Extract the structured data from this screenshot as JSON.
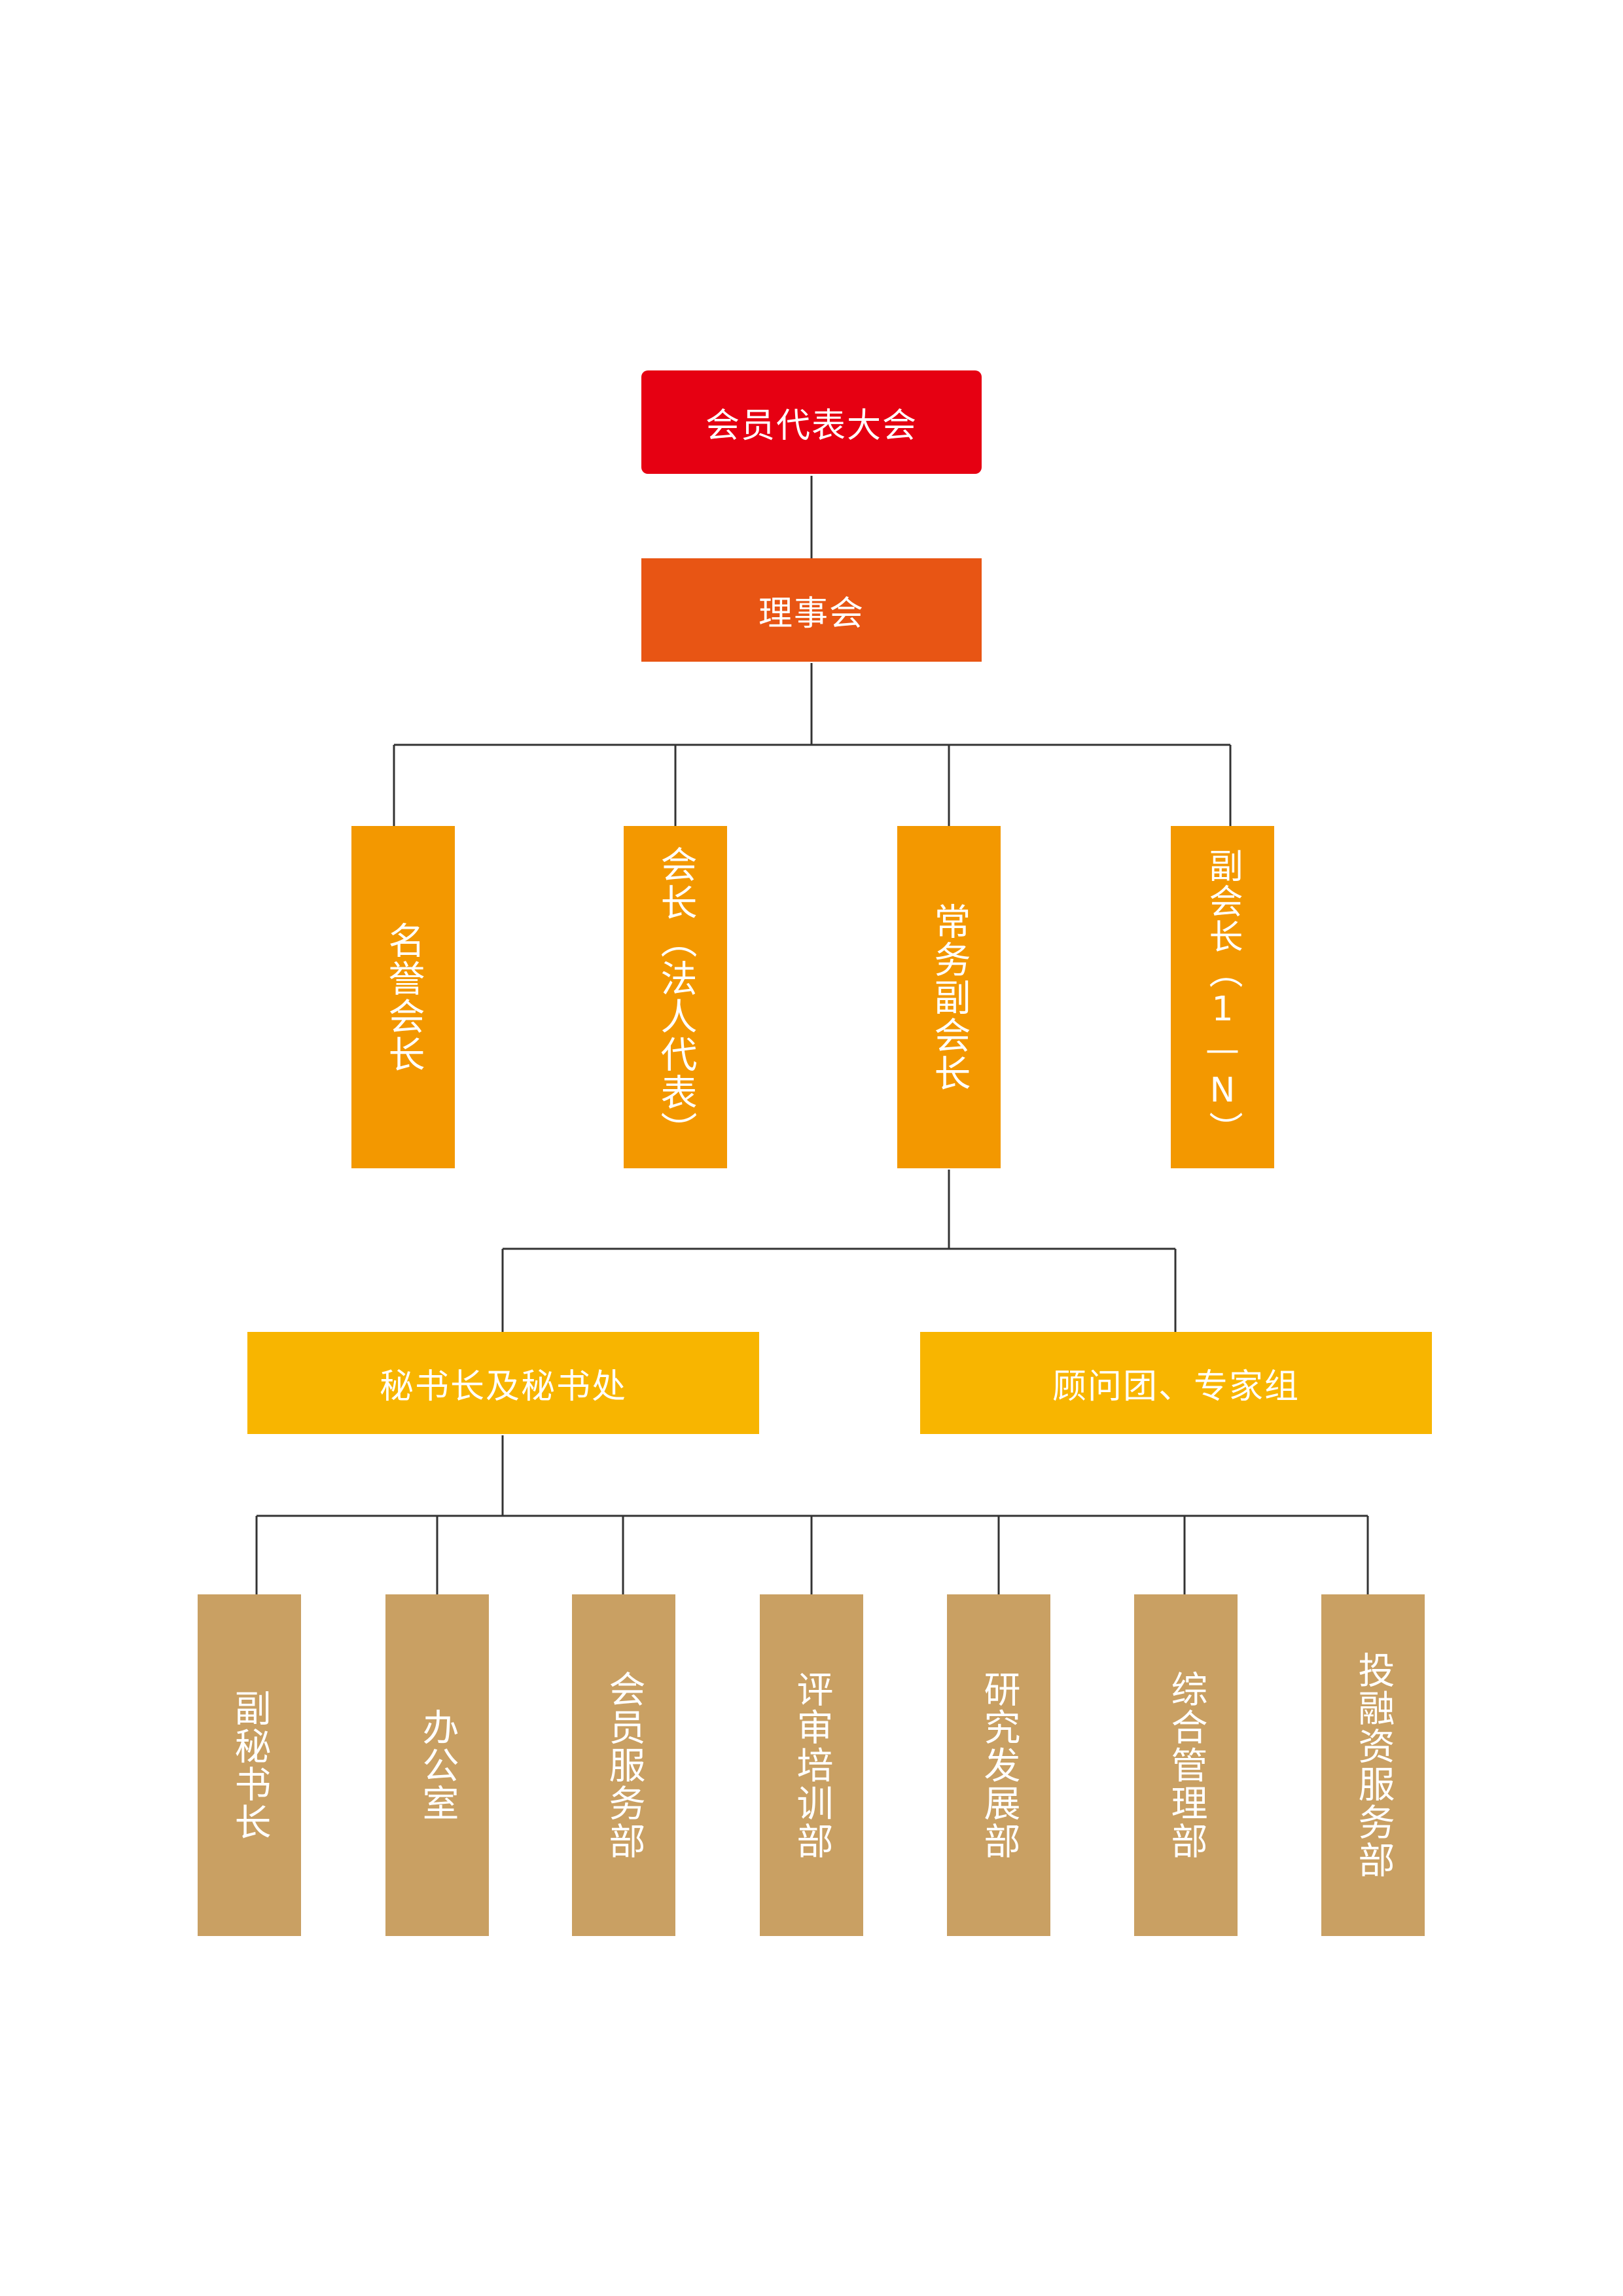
{
  "colors": {
    "top": "#e60012",
    "council": "#e85514",
    "leaders": "#f39800",
    "secretariat": "#f8b500",
    "departments": "#c9a063",
    "line": "#333333"
  },
  "top": {
    "label": "会员代表大会"
  },
  "council": {
    "label": "理事会"
  },
  "leaders": [
    {
      "label": "名誉会长"
    },
    {
      "label": "会长（法人代表）"
    },
    {
      "label": "常务副会长"
    },
    {
      "label": "副会长（1—N）"
    }
  ],
  "secretariat": [
    {
      "label": "秘书长及秘书处"
    },
    {
      "label": "顾问团、专家组"
    }
  ],
  "departments": [
    {
      "label": "副秘书长"
    },
    {
      "label": "办公室"
    },
    {
      "label": "会员服务部"
    },
    {
      "label": "评审培训部"
    },
    {
      "label": "研究发展部"
    },
    {
      "label": "综合管理部"
    },
    {
      "label": "投融资服务部"
    }
  ]
}
